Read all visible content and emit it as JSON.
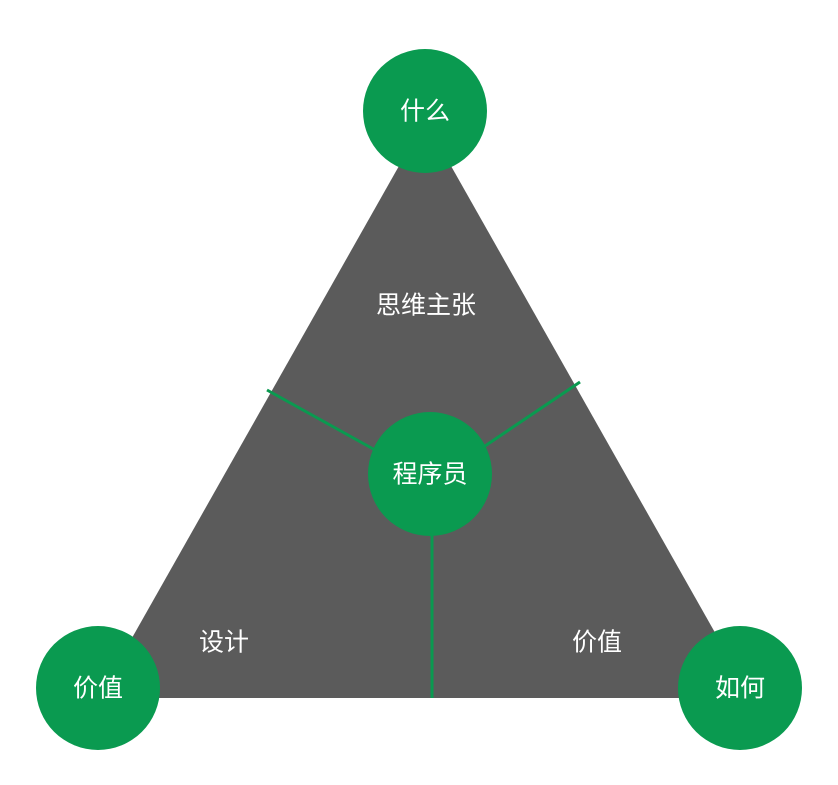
{
  "nodes": {
    "top": "什么",
    "center": "程序员",
    "bottom_left": "价值",
    "bottom_right": "如何"
  },
  "regions": {
    "top": "思维主张",
    "left": "设计",
    "right": "价值"
  },
  "colors": {
    "triangle": "#5b5b5b",
    "node": "#0a9a50",
    "divider": "#0a9a50",
    "text": "#ffffff"
  }
}
